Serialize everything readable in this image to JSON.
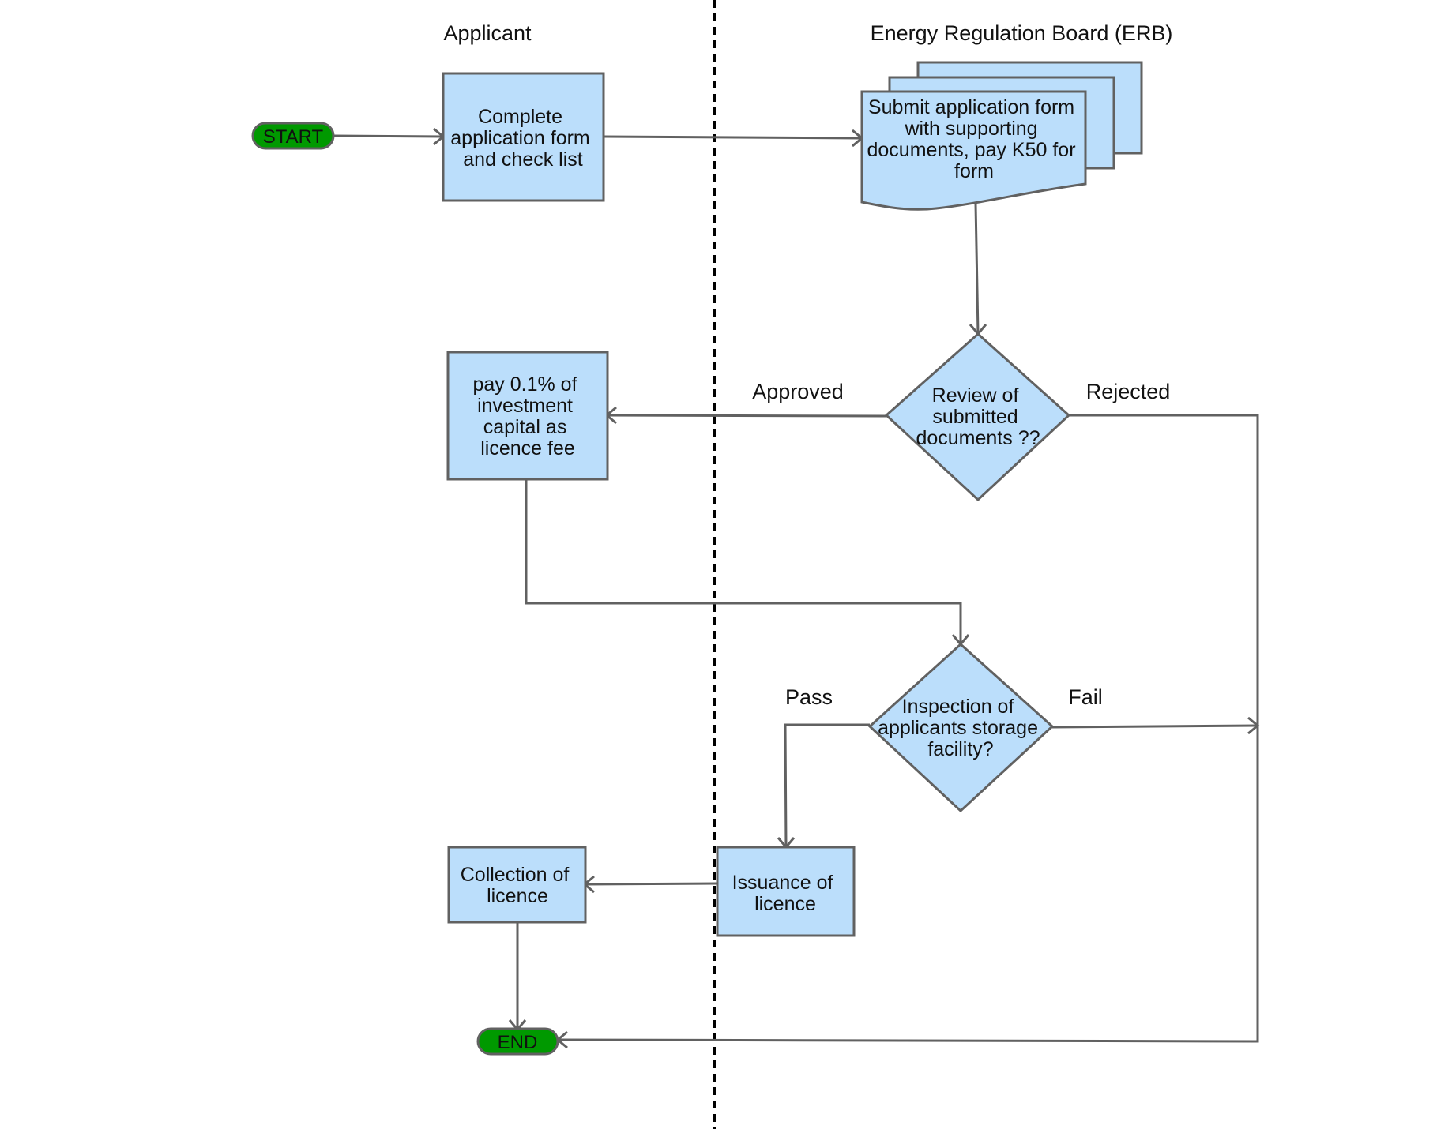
{
  "lanes": {
    "applicant": "Applicant",
    "erb": "Energy Regulation Board (ERB)"
  },
  "terminals": {
    "start": "START",
    "end": "END"
  },
  "nodes": {
    "complete_form": [
      "Complete",
      "application form",
      "and check list"
    ],
    "submit_application": [
      "Submit application form",
      "with supporting",
      "documents, pay K50 for",
      "form"
    ],
    "review_documents": [
      "Review of",
      "submitted",
      "documents ??"
    ],
    "pay_licence_fee": [
      "pay 0.1% of",
      "investment",
      "capital as",
      "licence fee"
    ],
    "inspection": [
      "Inspection of",
      "applicants storage",
      "facility?"
    ],
    "issuance": [
      "Issuance of",
      "licence"
    ],
    "collection": [
      "Collection of",
      "licence"
    ]
  },
  "edge_labels": {
    "approved": "Approved",
    "rejected": "Rejected",
    "pass": "Pass",
    "fail": "Fail"
  },
  "colors": {
    "node_fill": "#bbdefb",
    "node_stroke": "#616161",
    "terminal_fill": "#009900",
    "divider": "#000000"
  }
}
